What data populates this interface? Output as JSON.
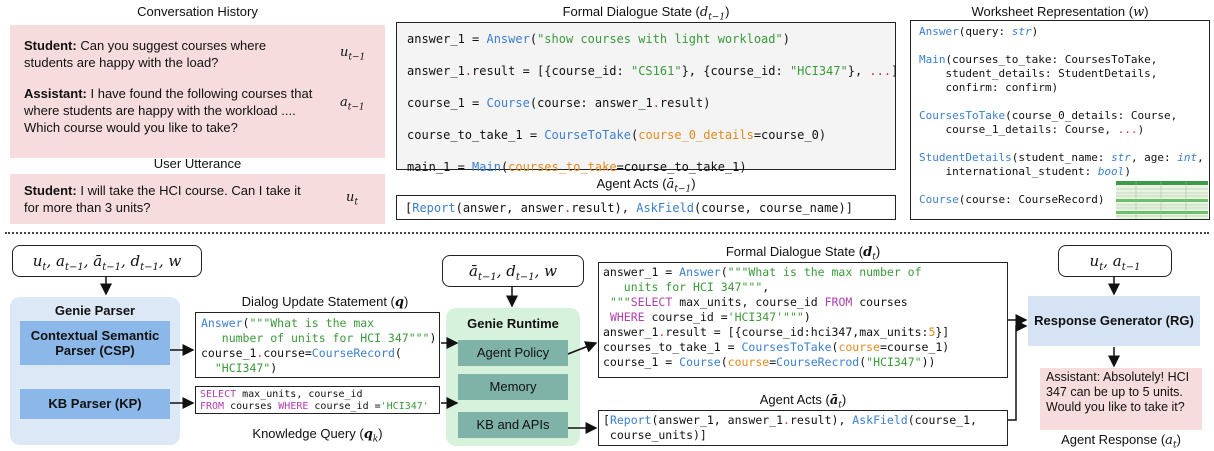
{
  "top": {
    "conversation_history_title": "Conversation History",
    "student_label": "Student:",
    "student_text": "Can you suggest courses where students are happy with the load?",
    "student_var": "u",
    "student_var_sub": "t−1",
    "assistant_label": "Assistant:",
    "assistant_text": "I have found the following courses that where students are happy with the workload .... Which course would you like to take?",
    "assistant_var": "a",
    "assistant_var_sub": "t−1",
    "user_utterance_title": "User Utterance",
    "user_student_label": "Student:",
    "user_student_text": "I will take the HCI course. Can I take it for more than 3 units?",
    "user_var": "u",
    "user_var_sub": "t",
    "formal_state_title": "Formal Dialogue State (",
    "formal_state_var": "d",
    "formal_state_sub": "t−1",
    "agent_acts_title": "Agent Acts (",
    "agent_acts_var": "ā",
    "agent_acts_sub": "t−1",
    "worksheet_title": "Worksheet Representation (",
    "worksheet_var": "w"
  },
  "bottom": {
    "input_vars": "u_t, a_{t-1}, ā_{t-1}, d_{t-1}, w",
    "genie_parser_title": "Genie Parser",
    "csp_label": "Contextual Semantic Parser (CSP)",
    "kp_label": "KB Parser (KP)",
    "dialog_update_title": "Dialog Update Statement (",
    "dialog_update_var": "q",
    "knowledge_query_title": "Knowledge Query (",
    "knowledge_query_var": "q",
    "knowledge_query_sub": "k",
    "runtime_inputs": "ā_{t-1}, d_{t-1}, w",
    "genie_runtime_title": "Genie Runtime",
    "agent_policy_label": "Agent Policy",
    "memory_label": "Memory",
    "kb_apis_label": "KB and APIs",
    "formal_state_t_title": "Formal Dialogue State (",
    "formal_state_t_var": "d",
    "formal_state_t_sub": "t",
    "agent_acts_t_title": "Agent Acts (",
    "agent_acts_t_var": "ā",
    "agent_acts_t_sub": "t",
    "rg_inputs": "u_t, a_{t-1}",
    "rg_label": "Response Generator (RG)",
    "agent_response_text": "Assistant: Absolutely! HCI 347 can be up to 5 units. Would you like to take it?",
    "agent_response_title": "Agent Response (",
    "agent_response_var": "a",
    "agent_response_sub": "t"
  }
}
